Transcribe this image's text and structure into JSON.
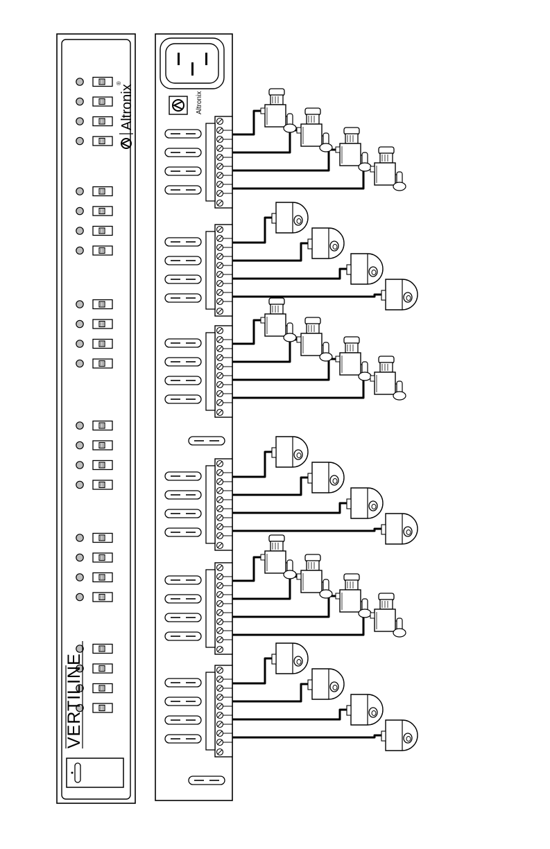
{
  "front_panel": {
    "brand": "Vertiline",
    "channel_groups": 6,
    "channels_per_group": 4,
    "indicator": "led-indicator",
    "switch": "output-switch",
    "power_switch_icon": "rocker-switch-icon"
  },
  "rear_panel": {
    "brand": "Altronix",
    "brand_trademark": "®",
    "power_inlet_icon": "iec-power-inlet-icon",
    "logo_icon": "altronix-logo-icon",
    "terminal_blocks": 6,
    "fuses_per_block": 4,
    "loose_fuses": 2,
    "camera_types": [
      "box-camera",
      "dome-camera",
      "box-camera",
      "dome-camera",
      "box-camera",
      "dome-camera"
    ]
  },
  "colors": {
    "line": "#000000",
    "led": "#bdbdbd",
    "panel": "#ffffff"
  }
}
